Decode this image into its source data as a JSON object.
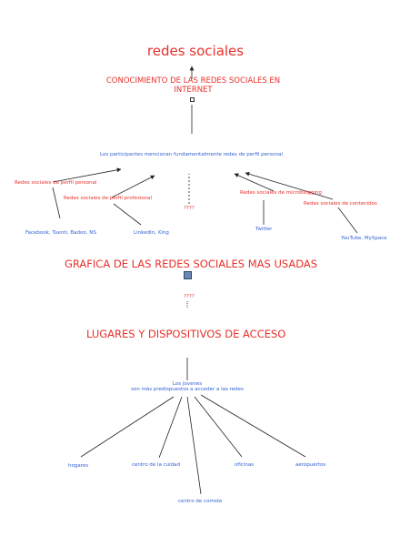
{
  "title": "redes sociales",
  "conocimiento": {
    "line1": "CONOCIMIENTO DE LAS REDES SOCIALES EN",
    "line2": "INTERNET"
  },
  "participantes": "Los participantes mencionan fundamentalmente redes de perfil personal",
  "perfil_personal": "Redes sociales de perfil personal",
  "perfil_profesional": "Redes sociales de perfil profesional",
  "unknown_mid": "????",
  "microblogging": "Redes sociales de microblogging",
  "contenidos": "Redes sociales de contenidos",
  "facebook": "Facebook, Tuenti, Badoo, NS",
  "linkedin": "LinkedIn, Xing",
  "twitter": "Twitter",
  "youtube": "YouTube, MySpace",
  "grafica": "GRAFICA DE LAS REDES SOCIALES MAS USADAS",
  "unknown_grafica": "????",
  "lugares": "LUGARES Y DISPOSITIVOS DE ACCESO",
  "jovenes": {
    "line1": "Los jovenes",
    "line2": "son más predispuestos a acceder a las redes"
  },
  "hogares": "hogares",
  "centro_ciudad": "centro de la cuidad",
  "oficinas": "oficinas",
  "aeropuertos": "aeropuertos",
  "centro_comida": "centro de comida",
  "colors": {
    "heading": "#e8302a",
    "label": "#2f5fd3",
    "connector": "#222222"
  }
}
